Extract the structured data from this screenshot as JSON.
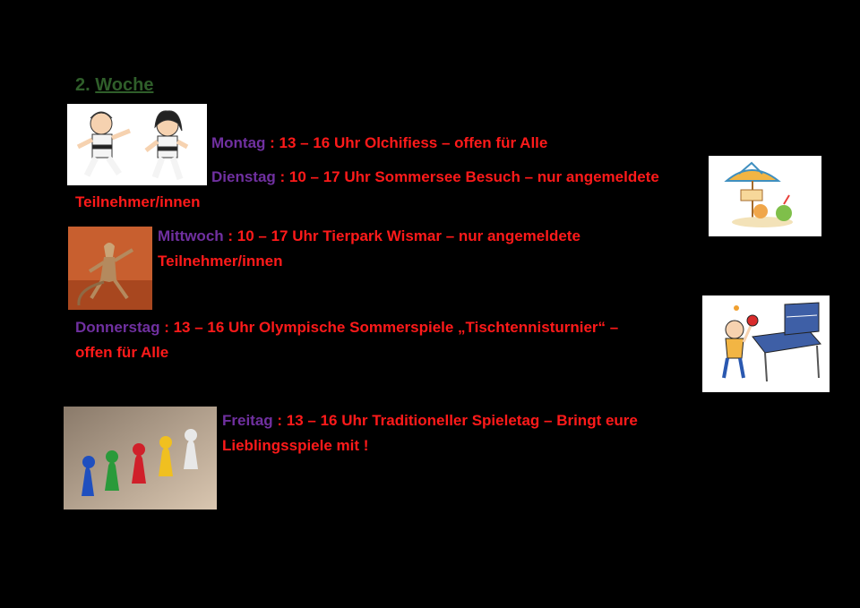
{
  "header": {
    "number": "2.",
    "word": "Woche"
  },
  "entries": [
    {
      "day": "Montag",
      "text": " : 13 – 16 Uhr  Olchifiess  – offen für Alle"
    },
    {
      "day": "Dienstag",
      "text": " : 10 – 17 Uhr Sommersee Besuch – nur angemeldete",
      "text2": "Teilnehmer/innen"
    },
    {
      "day": "Mittwoch",
      "text": " : 10 – 17 Uhr Tierpark Wismar – nur angemeldete",
      "text2": "Teilnehmer/innen"
    },
    {
      "day": "Donnerstag",
      "text": " : 13 – 16 Uhr Olympische Sommerspiele „Tischtennisturnier“ –",
      "text2": "offen für Alle"
    },
    {
      "day": "Freitag",
      "text": " : 13 – 16 Uhr Traditioneller Spieletag – Bringt eure",
      "text2": "Lieblingsspiele mit !"
    }
  ],
  "colors": {
    "background": "#000000",
    "day": "#7030a0",
    "text": "#ff1a1a",
    "title": "#2f5e2a"
  }
}
